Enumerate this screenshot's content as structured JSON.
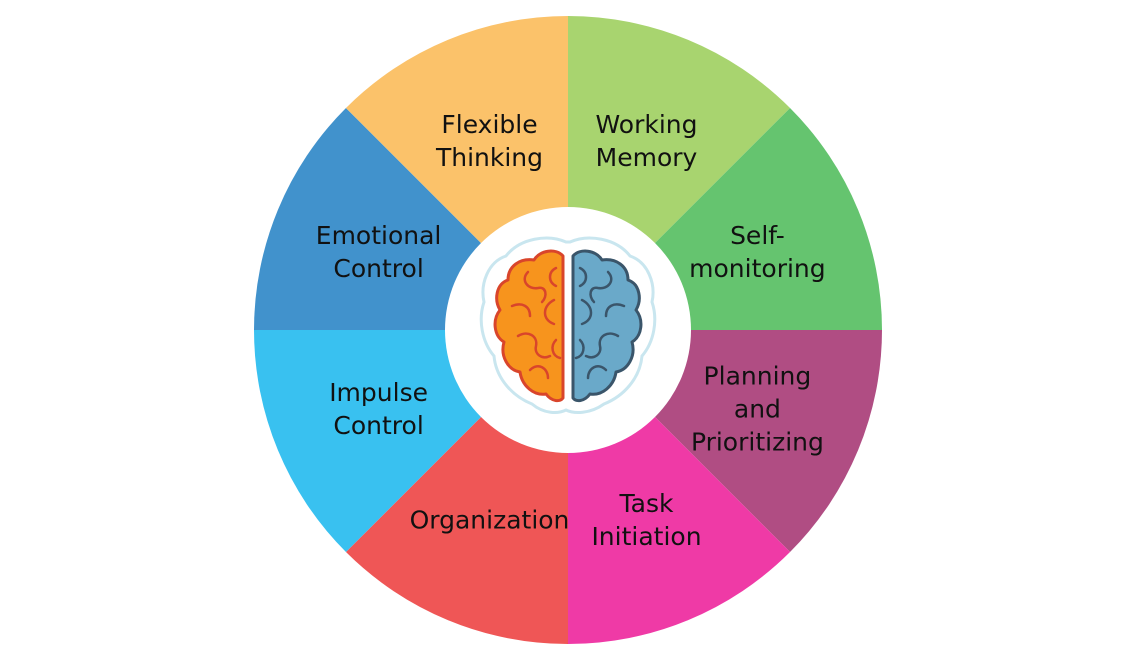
{
  "segments": [
    {
      "id": "working-memory",
      "lines": [
        "Working",
        "Memory"
      ],
      "color": "#a8d46f"
    },
    {
      "id": "self-monitoring",
      "lines": [
        "Self-",
        "monitoring"
      ],
      "color": "#65c46f"
    },
    {
      "id": "planning-and-prioritizing",
      "lines": [
        "Planning",
        "and",
        "Prioritizing"
      ],
      "color": "#b04d83"
    },
    {
      "id": "task-initiation",
      "lines": [
        "Task",
        "Initiation"
      ],
      "color": "#ef3aa6"
    },
    {
      "id": "organization",
      "lines": [
        "Organization"
      ],
      "color": "#ef5656"
    },
    {
      "id": "impulse-control",
      "lines": [
        "Impulse",
        "Control"
      ],
      "color": "#39c1f0"
    },
    {
      "id": "emotional-control",
      "lines": [
        "Emotional",
        "Control"
      ],
      "color": "#4192cc"
    },
    {
      "id": "flexible-thinking",
      "lines": [
        "Flexible",
        "Thinking"
      ],
      "color": "#fbc26a"
    }
  ],
  "center": {
    "icon": "brain-icon",
    "left_hemisphere_color": "#f7941d",
    "left_outline_color": "#d9452b",
    "right_hemisphere_color": "#6aa9c9",
    "right_outline_color": "#3a556a",
    "halo_color": "#c9e6ef"
  }
}
